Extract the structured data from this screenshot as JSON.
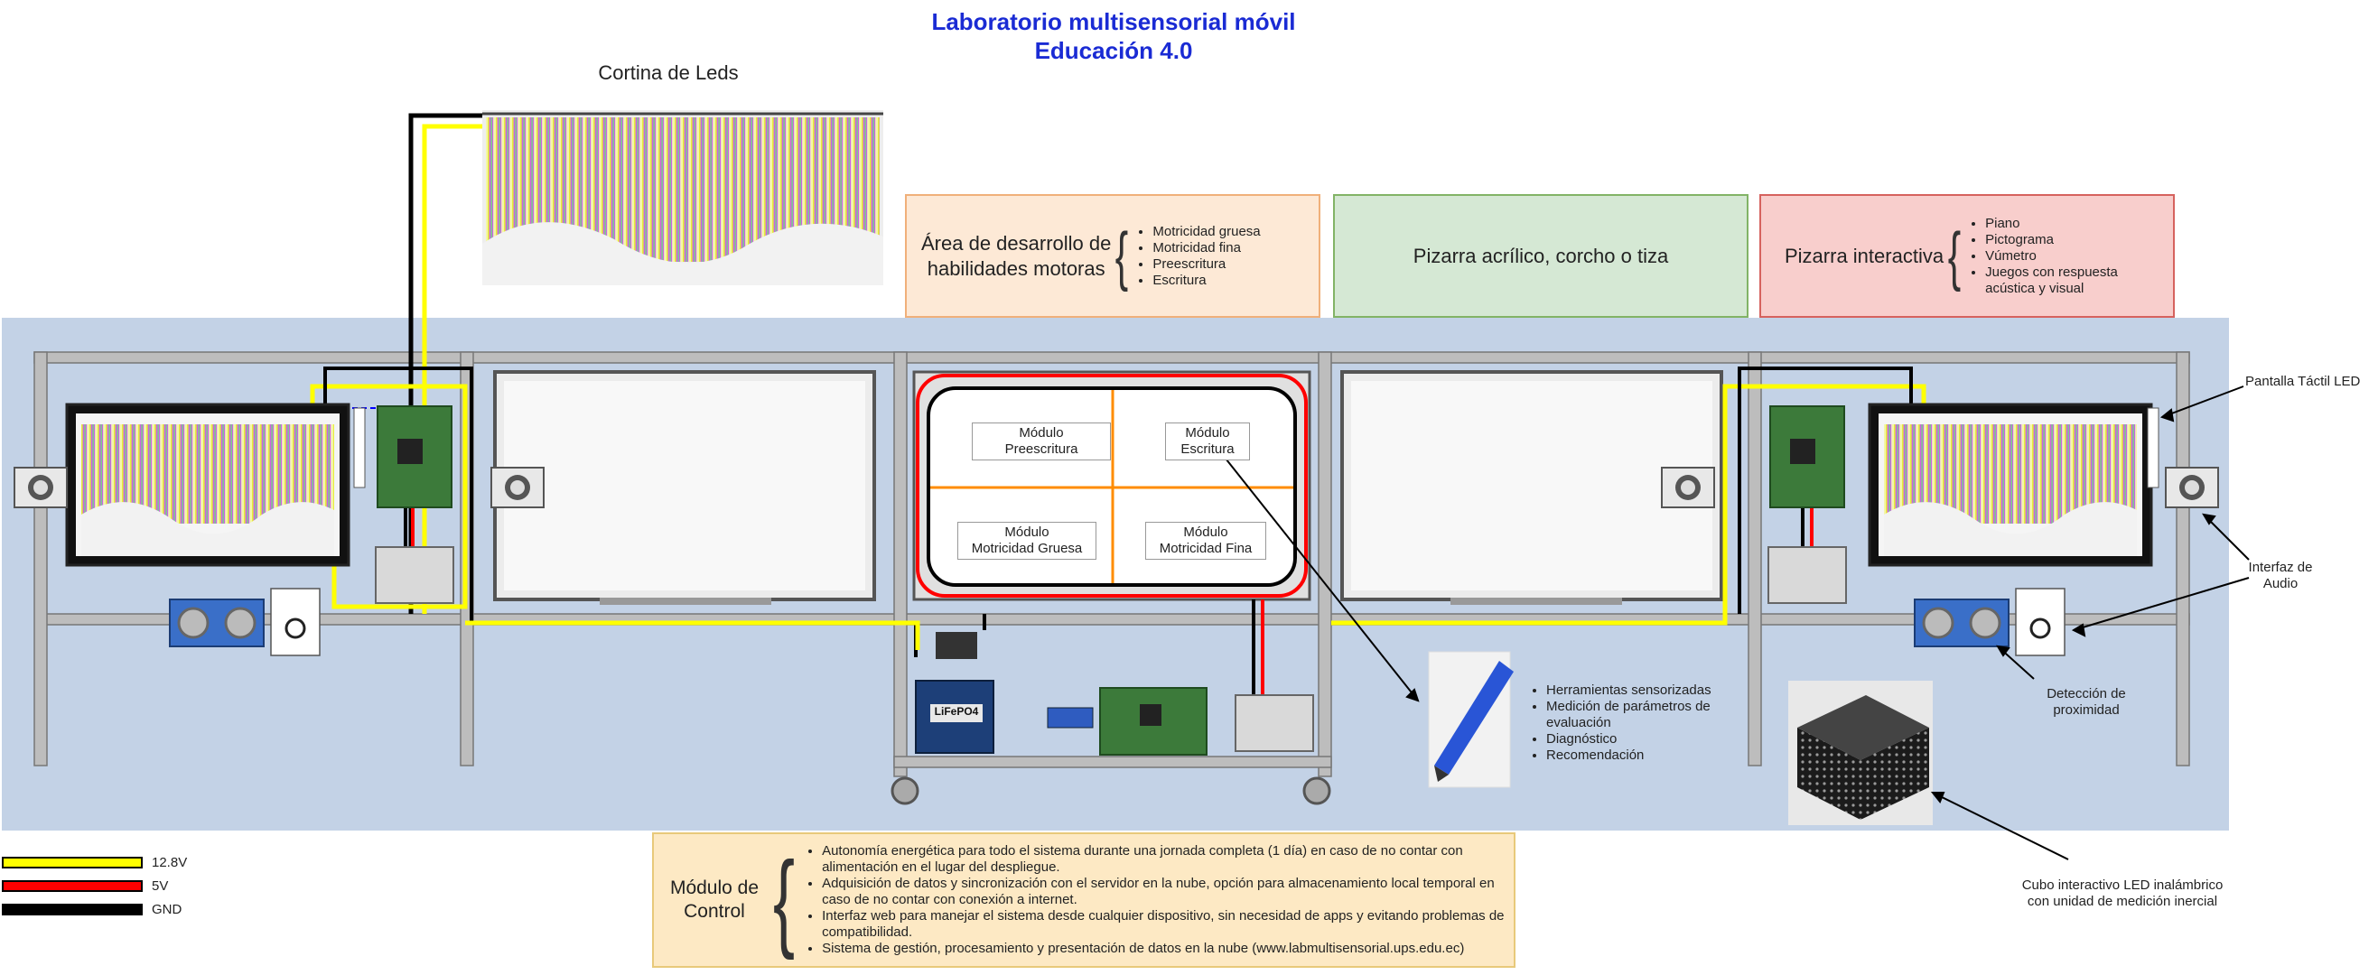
{
  "title": {
    "line1": "Laboratorio multisensorial móvil",
    "line2": "Educación 4.0"
  },
  "cortina_label": "Cortina de Leds",
  "boards": [
    {
      "title_line1": "Área de desarrollo de",
      "title_line2": "habilidades motoras",
      "items": [
        "Motricidad gruesa",
        "Motricidad fina",
        "Preescritura",
        "Escritura"
      ],
      "bg": "#fde9d6",
      "border": "#f0b07a"
    },
    {
      "title_line1": "Pizarra acrílico, corcho o tiza",
      "title_line2": "",
      "items": [],
      "bg": "#d5e8d4",
      "border": "#82b366"
    },
    {
      "title_line1": "Pizarra interactiva",
      "title_line2": "",
      "items": [
        "Piano",
        "Pictograma",
        "Vúmetro",
        "Juegos con respuesta acústica y visual"
      ],
      "bg": "#f8cecc",
      "border": "#d6625e"
    }
  ],
  "modules": {
    "preescritura": [
      "Módulo",
      "Preescritura"
    ],
    "escritura": [
      "Módulo",
      "Escritura"
    ],
    "gruesa": [
      "Módulo",
      "Motricidad Gruesa"
    ],
    "fina": [
      "Módulo",
      "Motricidad Fina"
    ]
  },
  "callouts": {
    "pantalla": "Pantalla Táctil LED",
    "audio_l1": "Interfaz de",
    "audio_l2": "Audio",
    "prox_l1": "Detección de",
    "prox_l2": "proximidad",
    "cubo_l1": "Cubo interactivo LED inalámbrico",
    "cubo_l2": "con unidad de medición inercial"
  },
  "pen_features": [
    "Herramientas sensorizadas",
    "Medición de parámetros de evaluación",
    "Diagnóstico",
    "Recomendación"
  ],
  "battery_label": "LiFePO4",
  "legend": [
    {
      "label": "12.8V",
      "color": "#ffff00"
    },
    {
      "label": "5V",
      "color": "#ff0000"
    },
    {
      "label": "GND",
      "color": "#000000"
    }
  ],
  "control": {
    "title_line1": "Módulo de",
    "title_line2": "Control",
    "items": [
      "Autonomía energética para todo el sistema durante una jornada completa (1 día) en caso de no contar con alimentación en el lugar del despliegue.",
      "Adquisición de datos y sincronización con el servidor en la nube, opción para almacenamiento local temporal en caso de no contar con conexión a internet.",
      "Interfaz web para manejar el sistema desde cualquier dispositivo, sin necesidad de apps y evitando problemas de compatibilidad.",
      "Sistema de gestión, procesamiento y presentación de datos en la nube (www.labmultisensorial.ups.edu.ec)"
    ]
  },
  "colors": {
    "title": "#1a2bd4",
    "panel_bg": "#c3d2e6",
    "wire_12v": "#ffff00",
    "wire_5v": "#ff0000",
    "wire_gnd": "#000000",
    "divider": "#ff8c00"
  }
}
